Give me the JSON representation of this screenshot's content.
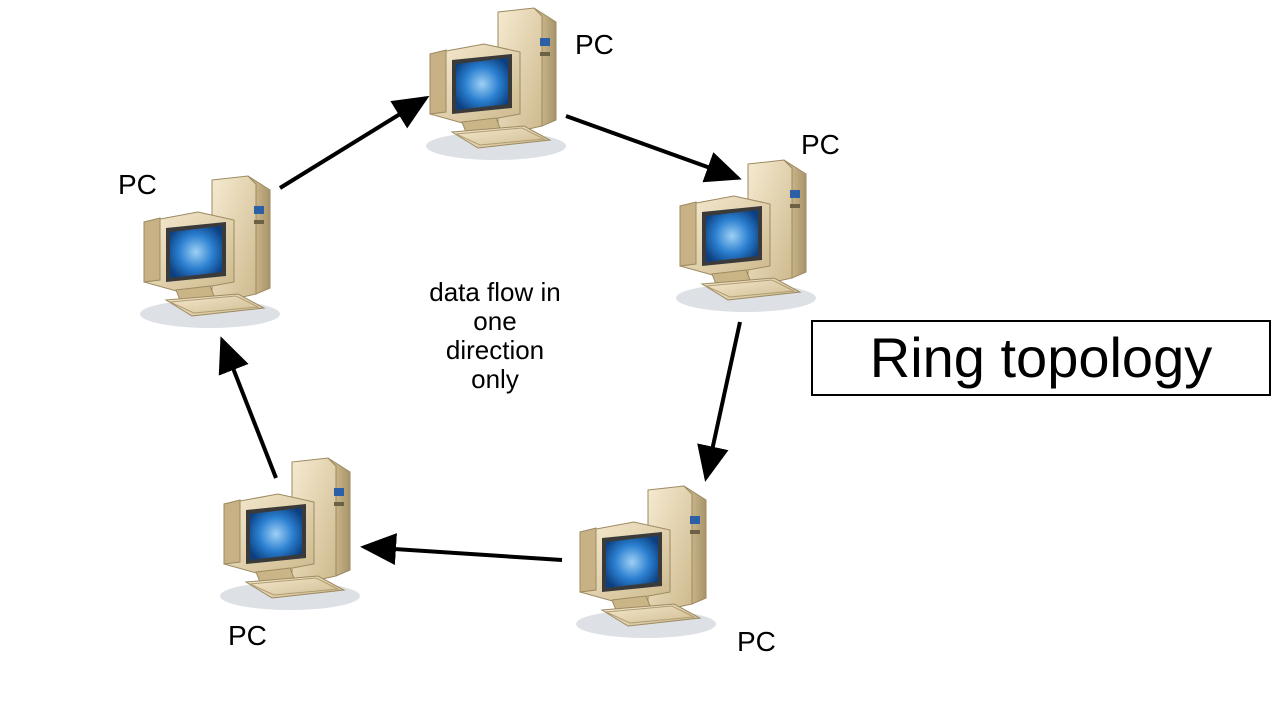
{
  "diagram": {
    "title": "Ring topology",
    "note_lines": [
      "data flow in",
      "one",
      "direction",
      "only"
    ],
    "nodes": [
      {
        "id": "top",
        "label": "PC"
      },
      {
        "id": "right",
        "label": "PC"
      },
      {
        "id": "bottom-right",
        "label": "PC"
      },
      {
        "id": "bottom-left",
        "label": "PC"
      },
      {
        "id": "left",
        "label": "PC"
      }
    ],
    "edges": [
      {
        "from": "left",
        "to": "top"
      },
      {
        "from": "top",
        "to": "right"
      },
      {
        "from": "right",
        "to": "bottom-right"
      },
      {
        "from": "bottom-right",
        "to": "bottom-left"
      },
      {
        "from": "bottom-left",
        "to": "left"
      }
    ],
    "icon": "desktop-computer-icon",
    "colors": {
      "case": "#e8d6ad",
      "case_shadow": "#b9a57b",
      "screen": "#1f6fc0",
      "arrow": "#000000"
    }
  }
}
